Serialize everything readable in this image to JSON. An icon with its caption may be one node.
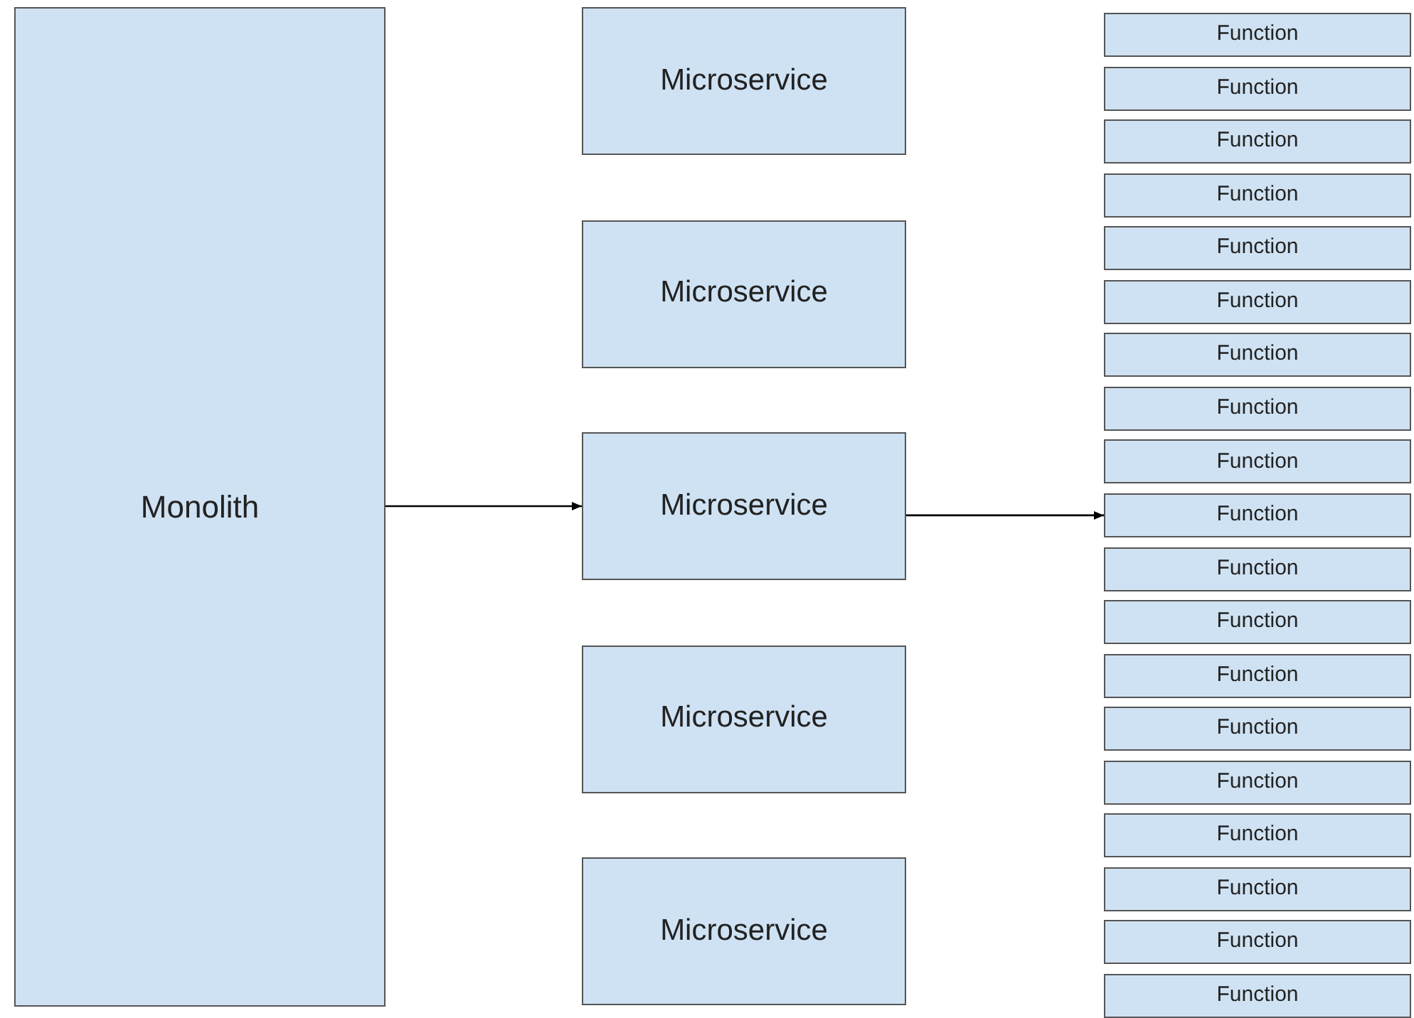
{
  "diagram": {
    "nodes": [
      {
        "text": [
          "Monolith"
        ]
      },
      {
        "text": [
          "Microservice"
        ]
      },
      {
        "text": [
          "Microservice"
        ]
      },
      {
        "text": [
          "Microservice"
        ]
      },
      {
        "text": [
          "Microservice"
        ]
      },
      {
        "text": [
          "Microservice"
        ]
      },
      {
        "text": [
          "Function"
        ]
      },
      {
        "text": [
          "Function"
        ]
      },
      {
        "text": [
          "Function"
        ]
      },
      {
        "text": [
          "Function"
        ]
      },
      {
        "text": [
          "Function"
        ]
      },
      {
        "text": [
          "Function"
        ]
      },
      {
        "text": [
          "Function"
        ]
      },
      {
        "text": [
          "Function"
        ]
      },
      {
        "text": [
          "Function"
        ]
      },
      {
        "text": [
          "Function"
        ]
      },
      {
        "text": [
          "Function"
        ]
      },
      {
        "text": [
          "Function"
        ]
      },
      {
        "text": [
          "Function"
        ]
      },
      {
        "text": [
          "Function"
        ]
      },
      {
        "text": [
          "Function"
        ]
      },
      {
        "text": [
          "Function"
        ]
      },
      {
        "text": [
          "Function"
        ]
      },
      {
        "text": [
          "Function"
        ]
      },
      {
        "text": [
          "Function"
        ]
      }
    ],
    "edges": [
      {
        "from": 0,
        "to": 3,
        "arrow": "to"
      },
      {
        "from": 3,
        "to": 15,
        "arrow": "to"
      }
    ]
  }
}
